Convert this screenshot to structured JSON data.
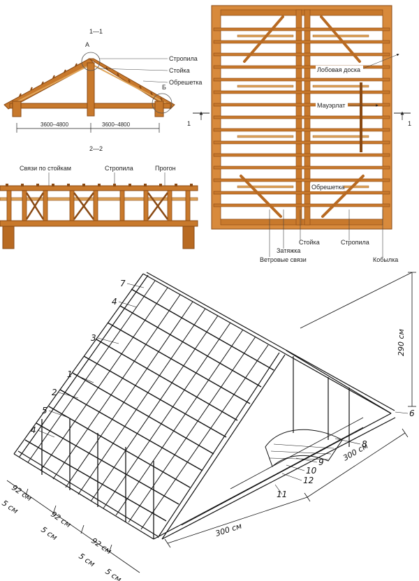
{
  "colors": {
    "wood": "#c8792c",
    "wood_dark": "#8a4a14",
    "wood_light": "#e0a55a",
    "ink": "#222222"
  },
  "section_1": {
    "title": "1—1",
    "span_left": "3600–4800",
    "span_right": "3600–4800",
    "node_a": "А",
    "node_b": "Б",
    "labels": {
      "rafters": "Стропила",
      "post": "Стойка",
      "lathing": "Обрешетка"
    }
  },
  "section_2": {
    "title": "2—2",
    "labels": {
      "post_ties": "Связи по стойкам",
      "rafters": "Стропила",
      "purlin": "Прогон"
    }
  },
  "plan": {
    "section_mark_left": "1",
    "section_mark_right": "1",
    "labels": {
      "fascia": "Лобовая доска",
      "wall_plate": "Мауэрлат",
      "lathing": "Обрешетка",
      "post": "Стойка",
      "tie": "Затяжка",
      "wind_braces": "Ветровые связи",
      "rafters": "Стропила",
      "rafter_tail": "Кобылка"
    }
  },
  "isometric": {
    "callouts": [
      "7",
      "4",
      "3",
      "1",
      "2",
      "5",
      "4",
      "6",
      "8",
      "9",
      "10",
      "12",
      "11"
    ],
    "height": "290 см",
    "depth": "300 см",
    "width": "300 см",
    "spacing": [
      "92 см",
      "5 см",
      "92 см",
      "5 см",
      "92 см",
      "5 см",
      "5 см"
    ]
  }
}
